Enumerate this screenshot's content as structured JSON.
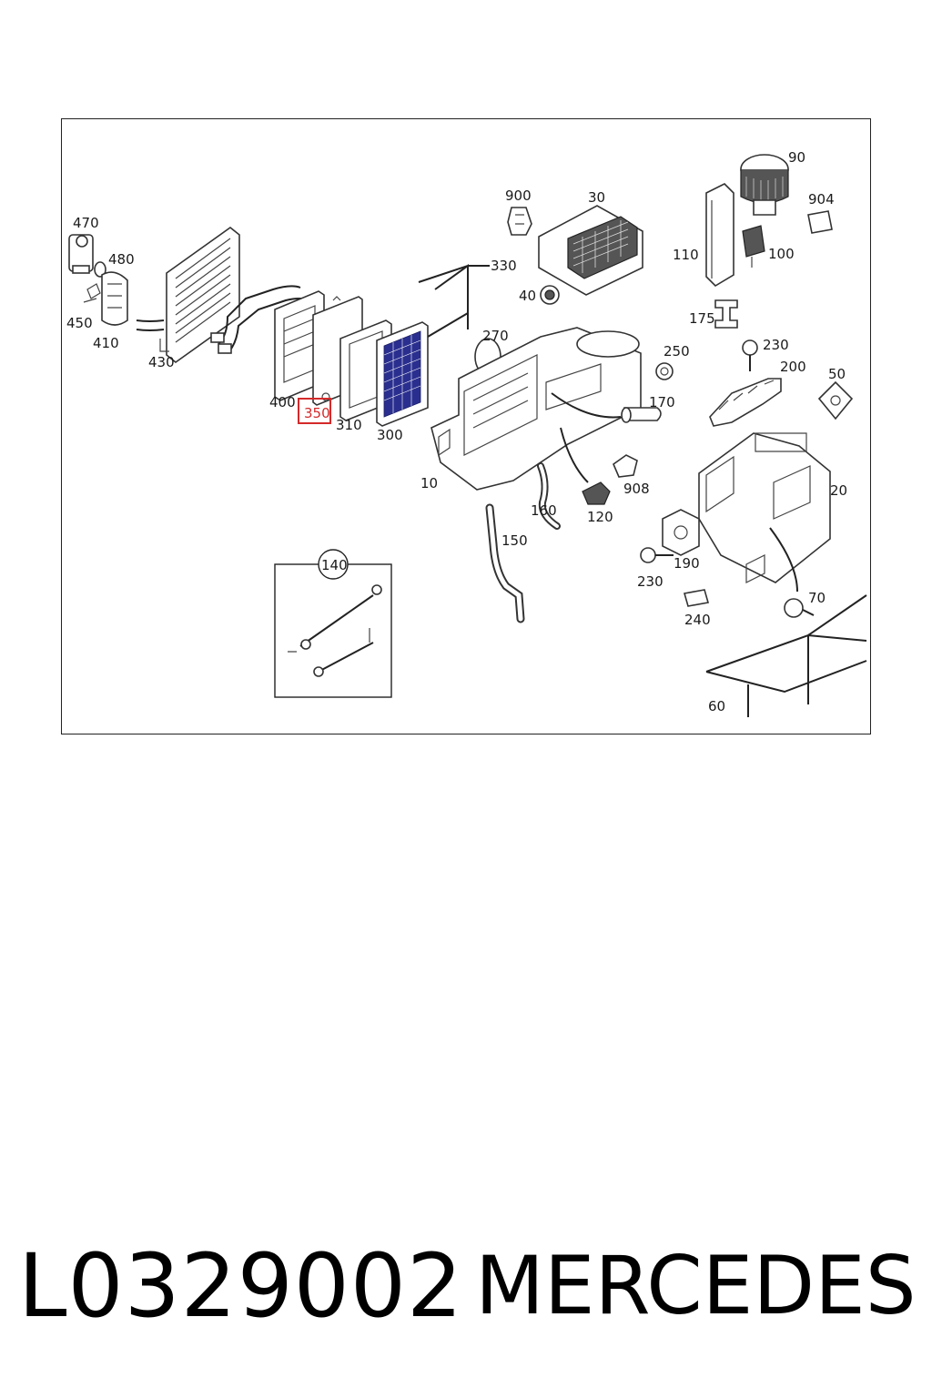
{
  "footer": {
    "part_number": "L0329002",
    "brand": "MERCEDES"
  },
  "diagram": {
    "highlighted_label": "350",
    "highlight_color": "#d42a2a",
    "filter_color": "#2a2f8f",
    "labels": {
      "l470": "470",
      "l480": "480",
      "l450": "450",
      "l410": "410",
      "l430": "430",
      "l400": "400",
      "l350": "350",
      "l310": "310",
      "l300": "300",
      "l900": "900",
      "l30": "30",
      "l330": "330",
      "l40": "40",
      "l270": "270",
      "l10": "10",
      "l90": "90",
      "l904": "904",
      "l110": "110",
      "l100": "100",
      "l175": "175",
      "l230a": "230",
      "l250": "250",
      "l200": "200",
      "l50": "50",
      "l170": "170",
      "l908": "908",
      "l120": "120",
      "l160": "160",
      "l150": "150",
      "l20": "20",
      "l190": "190",
      "l230b": "230",
      "l240": "240",
      "l70": "70",
      "l60": "60",
      "l140": "140"
    }
  }
}
